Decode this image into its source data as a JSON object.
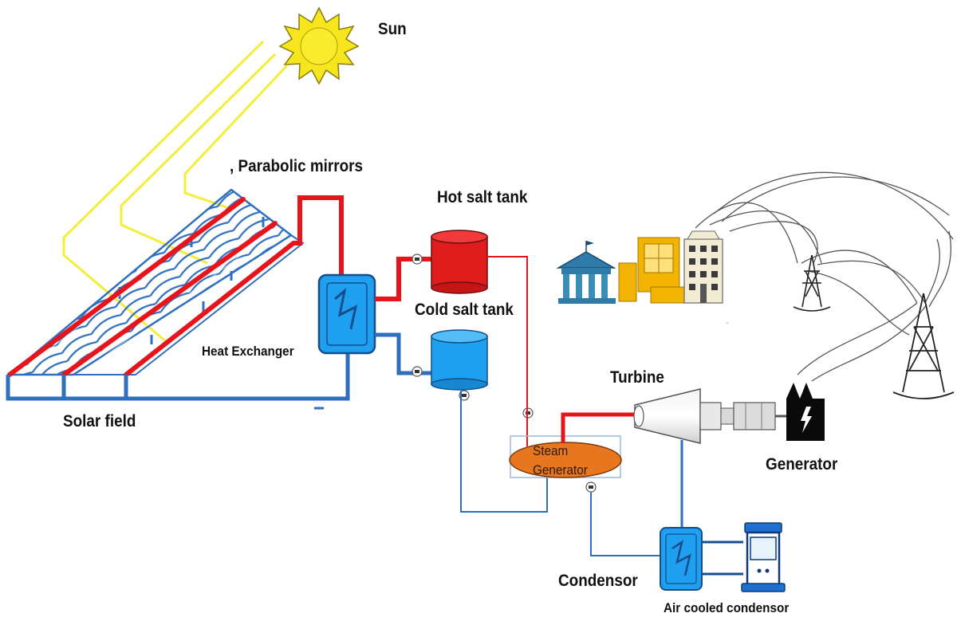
{
  "labels": {
    "sun": "Sun",
    "parabolic_mirrors": ", Parabolic mirrors",
    "hot_salt_tank": "Hot salt tank",
    "cold_salt_tank": "Cold salt tank",
    "heat_exchanger": "Heat Exchanger",
    "solar_field": "Solar field",
    "turbine": "Turbine",
    "steam_generator_line1": "Steam",
    "steam_generator_line2": "Generator",
    "generator": "Generator",
    "condensor": "Condensor",
    "air_cooled_condensor": "Air cooled condensor"
  },
  "colors": {
    "hot_pipe": "#e8141c",
    "cold_pipe": "#2f6fbf",
    "sun_ray": "#f2ee3a",
    "sun_fill": "#f7e51d",
    "tank_hot": "#e01b1b",
    "tank_cold": "#1e9ff0",
    "steam_generator": "#e8761e",
    "buildings": "#f2b400"
  }
}
